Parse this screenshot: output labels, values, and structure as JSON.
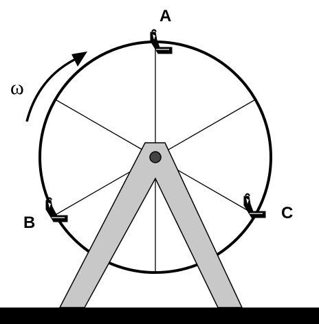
{
  "diagram": {
    "labels": {
      "a": "A",
      "b": "B",
      "c": "C",
      "omega": "ω"
    },
    "rotation_direction": "clockwise",
    "spoke_count": 6,
    "seat_count": 3,
    "colors": {
      "stroke": "#000000",
      "support_fill": "#c8c8c8",
      "hub_fill": "#444444",
      "ground": "#000000",
      "background": "#ffffff"
    }
  }
}
